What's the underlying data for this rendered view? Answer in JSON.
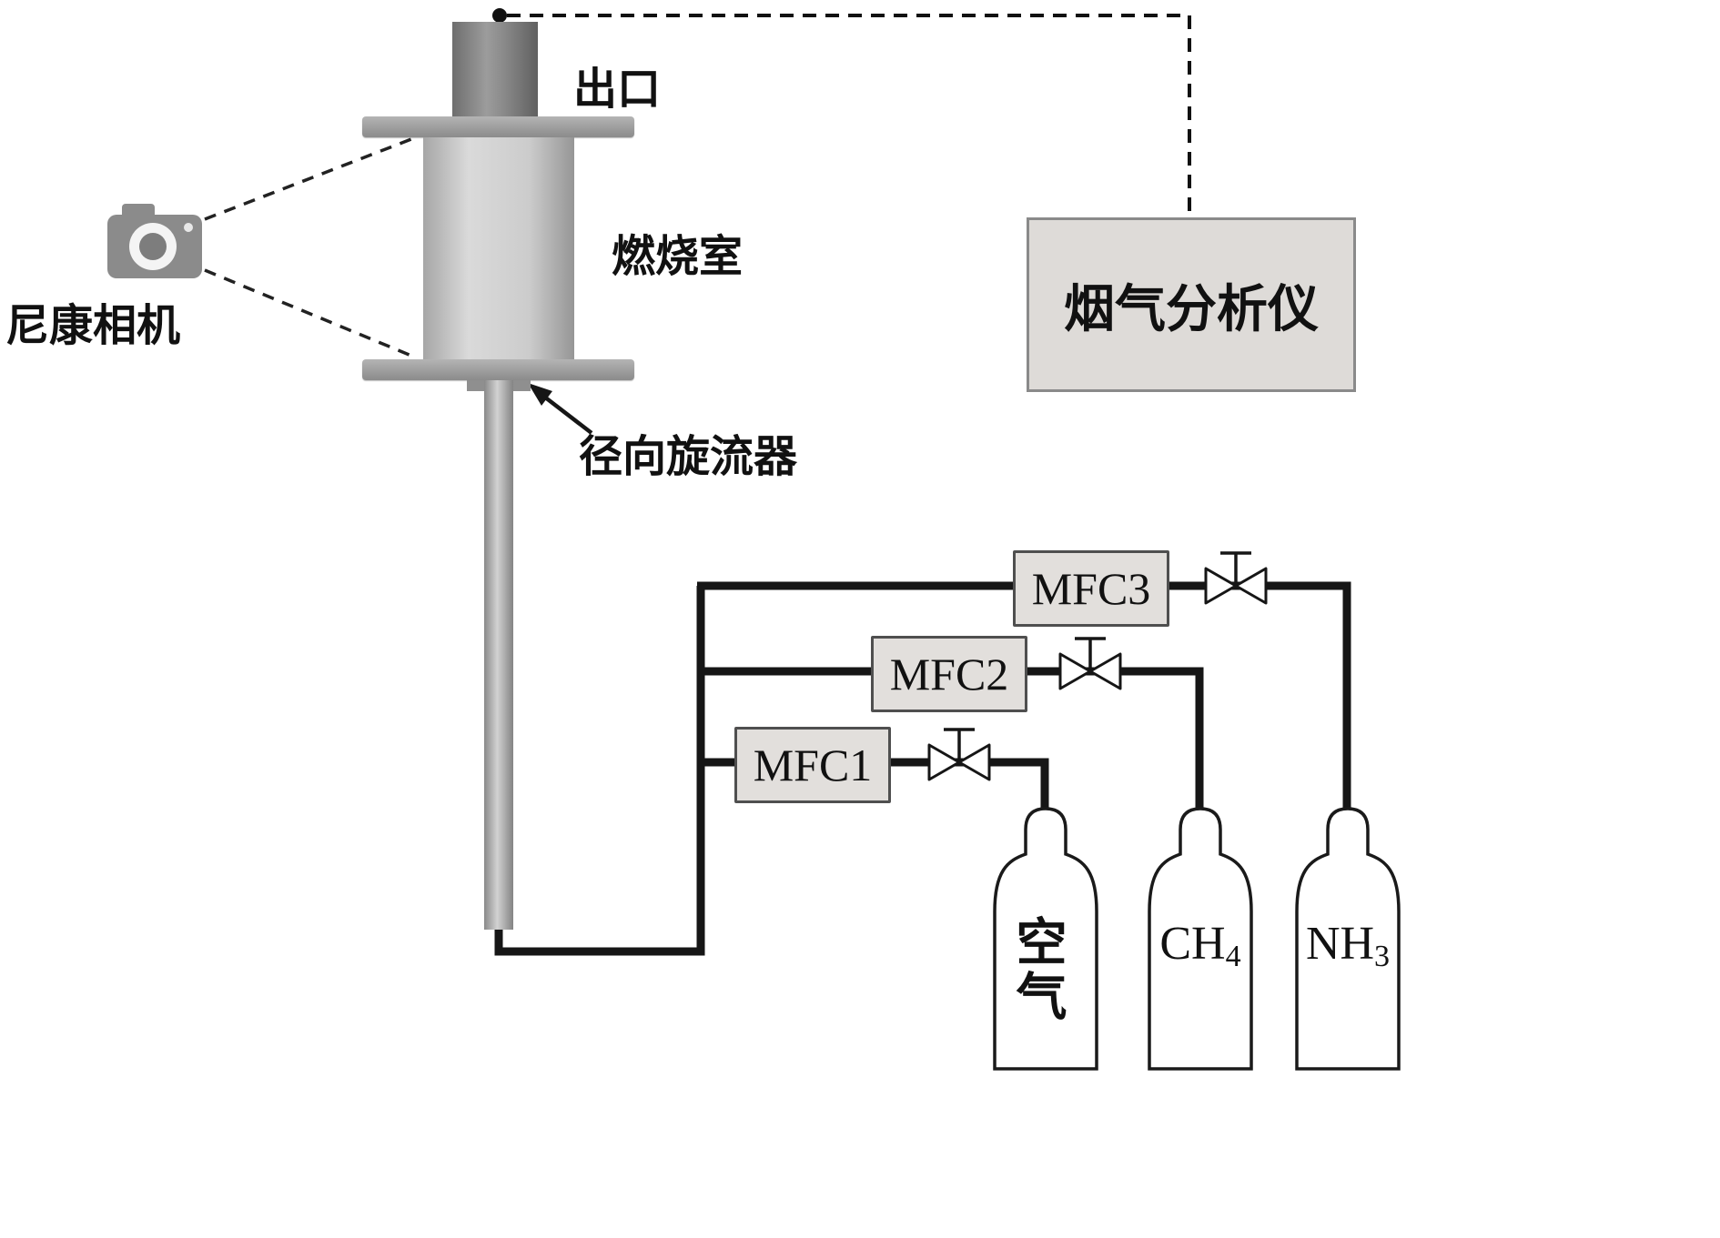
{
  "diagram": {
    "title_implied": "Ammonia/methane swirl combustion experimental setup",
    "labels": {
      "outlet": "出口",
      "chamber": "燃烧室",
      "swirler": "径向旋流器",
      "camera": "尼康相机",
      "analyzer": "烟气分析仪"
    },
    "mfc": [
      {
        "label": "MFC3"
      },
      {
        "label": "MFC2"
      },
      {
        "label": "MFC1"
      }
    ],
    "cylinders": [
      {
        "label": "空气",
        "orientation": "vertical"
      },
      {
        "main": "CH",
        "sub": "4"
      },
      {
        "main": "NH",
        "sub": "3"
      }
    ],
    "colors": {
      "pipe": "#161616",
      "box_fill": "#e2dfdc",
      "analyzer_fill": "#dedbd8",
      "metal_gray": "#8b8b8b",
      "background": "#ffffff"
    }
  }
}
